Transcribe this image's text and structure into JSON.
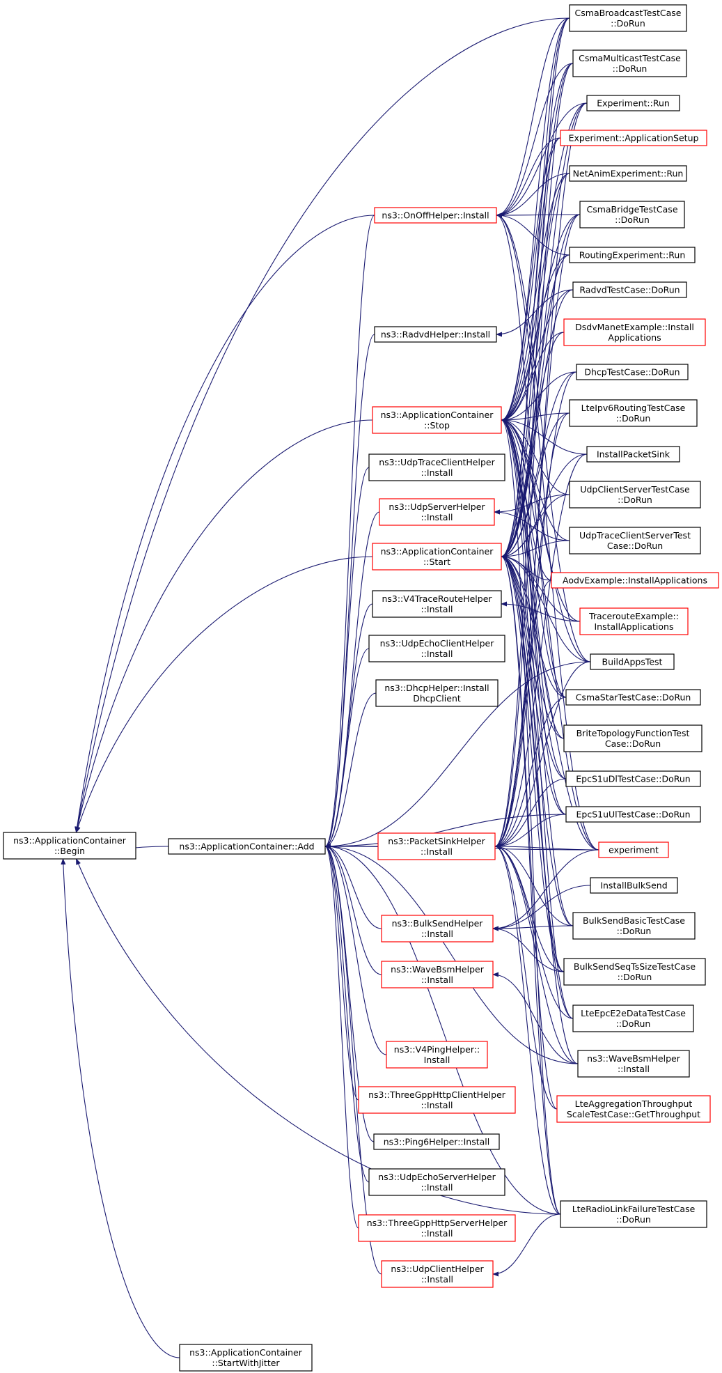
{
  "colors": {
    "edge": "#191970",
    "node_border_default": "#000000",
    "node_border_red": "#ff0000",
    "node_fill_default": "#ffffff",
    "node_fill_focus": "#bfbfbf"
  },
  "nodes": [
    {
      "id": "begin",
      "lines": [
        "ns3::ApplicationContainer",
        "::Begin"
      ],
      "style": "focus"
    },
    {
      "id": "add",
      "lines": [
        "ns3::ApplicationContainer::Add"
      ],
      "style": "normal"
    },
    {
      "id": "startwj",
      "lines": [
        "ns3::ApplicationContainer",
        "::StartWithJitter"
      ],
      "style": "normal"
    },
    {
      "id": "onoff",
      "lines": [
        "ns3::OnOffHelper::Install"
      ],
      "style": "red"
    },
    {
      "id": "radvd",
      "lines": [
        "ns3::RadvdHelper::Install"
      ],
      "style": "normal"
    },
    {
      "id": "stop",
      "lines": [
        "ns3::ApplicationContainer",
        "::Stop"
      ],
      "style": "red"
    },
    {
      "id": "udptrace",
      "lines": [
        "ns3::UdpTraceClientHelper",
        "::Install"
      ],
      "style": "normal"
    },
    {
      "id": "udpserver",
      "lines": [
        "ns3::UdpServerHelper",
        "::Install"
      ],
      "style": "red"
    },
    {
      "id": "start",
      "lines": [
        "ns3::ApplicationContainer",
        "::Start"
      ],
      "style": "red"
    },
    {
      "id": "v4trace",
      "lines": [
        "ns3::V4TraceRouteHelper",
        "::Install"
      ],
      "style": "normal"
    },
    {
      "id": "udpechoclient",
      "lines": [
        "ns3::UdpEchoClientHelper",
        "::Install"
      ],
      "style": "normal"
    },
    {
      "id": "dhcp",
      "lines": [
        "ns3::DhcpHelper::Install",
        "DhcpClient"
      ],
      "style": "normal"
    },
    {
      "id": "packetsink",
      "lines": [
        "ns3::PacketSinkHelper",
        "::Install"
      ],
      "style": "red"
    },
    {
      "id": "bulksend",
      "lines": [
        "ns3::BulkSendHelper",
        "::Install"
      ],
      "style": "red"
    },
    {
      "id": "wavebsm",
      "lines": [
        "ns3::WaveBsmHelper",
        "::Install"
      ],
      "style": "red"
    },
    {
      "id": "v4ping",
      "lines": [
        "ns3::V4PingHelper::",
        "Install"
      ],
      "style": "red"
    },
    {
      "id": "tgpphttpclient",
      "lines": [
        "ns3::ThreeGppHttpClientHelper",
        "::Install"
      ],
      "style": "red"
    },
    {
      "id": "ping6",
      "lines": [
        "ns3::Ping6Helper::Install"
      ],
      "style": "normal"
    },
    {
      "id": "udpechoserver",
      "lines": [
        "ns3::UdpEchoServerHelper",
        "::Install"
      ],
      "style": "normal"
    },
    {
      "id": "tgpphttpserver",
      "lines": [
        "ns3::ThreeGppHttpServerHelper",
        "::Install"
      ],
      "style": "red"
    },
    {
      "id": "udpclient",
      "lines": [
        "ns3::UdpClientHelper",
        "::Install"
      ],
      "style": "red"
    },
    {
      "id": "csmabroadcast",
      "lines": [
        "CsmaBroadcastTestCase",
        "::DoRun"
      ],
      "style": "normal"
    },
    {
      "id": "csmamulticast",
      "lines": [
        "CsmaMulticastTestCase",
        "::DoRun"
      ],
      "style": "normal"
    },
    {
      "id": "exprun",
      "lines": [
        "Experiment::Run"
      ],
      "style": "normal"
    },
    {
      "id": "expappsetup",
      "lines": [
        "Experiment::ApplicationSetup"
      ],
      "style": "red"
    },
    {
      "id": "netanim",
      "lines": [
        "NetAnimExperiment::Run"
      ],
      "style": "normal"
    },
    {
      "id": "csmabridge",
      "lines": [
        "CsmaBridgeTestCase",
        "::DoRun"
      ],
      "style": "normal"
    },
    {
      "id": "routingexp",
      "lines": [
        "RoutingExperiment::Run"
      ],
      "style": "normal"
    },
    {
      "id": "radvdtest",
      "lines": [
        "RadvdTestCase::DoRun"
      ],
      "style": "normal"
    },
    {
      "id": "dsdv",
      "lines": [
        "DsdvManetExample::Install",
        "Applications"
      ],
      "style": "red"
    },
    {
      "id": "dhcptest",
      "lines": [
        "DhcpTestCase::DoRun"
      ],
      "style": "normal"
    },
    {
      "id": "lteipv6",
      "lines": [
        "LteIpv6RoutingTestCase",
        "::DoRun"
      ],
      "style": "normal"
    },
    {
      "id": "installpacketsink",
      "lines": [
        "InstallPacketSink"
      ],
      "style": "normal"
    },
    {
      "id": "udpclientserver",
      "lines": [
        "UdpClientServerTestCase",
        "::DoRun"
      ],
      "style": "normal"
    },
    {
      "id": "udptraceclientserver",
      "lines": [
        "UdpTraceClientServerTest",
        "Case::DoRun"
      ],
      "style": "normal"
    },
    {
      "id": "aodv",
      "lines": [
        "AodvExample::InstallApplications"
      ],
      "style": "red"
    },
    {
      "id": "traceroute",
      "lines": [
        "TracerouteExample::",
        "InstallApplications"
      ],
      "style": "red"
    },
    {
      "id": "buildapps",
      "lines": [
        "BuildAppsTest"
      ],
      "style": "normal"
    },
    {
      "id": "csmastar",
      "lines": [
        "CsmaStarTestCase::DoRun"
      ],
      "style": "normal"
    },
    {
      "id": "brite",
      "lines": [
        "BriteTopologyFunctionTest",
        "Case::DoRun"
      ],
      "style": "normal"
    },
    {
      "id": "epcs1udl",
      "lines": [
        "EpcS1uDlTestCase::DoRun"
      ],
      "style": "normal"
    },
    {
      "id": "epcs1uul",
      "lines": [
        "EpcS1uUlTestCase::DoRun"
      ],
      "style": "normal"
    },
    {
      "id": "experiment",
      "lines": [
        "experiment"
      ],
      "style": "red"
    },
    {
      "id": "installbulksend",
      "lines": [
        "InstallBulkSend"
      ],
      "style": "normal"
    },
    {
      "id": "bulksendbasic",
      "lines": [
        "BulkSendBasicTestCase",
        "::DoRun"
      ],
      "style": "normal"
    },
    {
      "id": "bulksendseq",
      "lines": [
        "BulkSendSeqTsSizeTestCase",
        "::DoRun"
      ],
      "style": "normal"
    },
    {
      "id": "lteepce2e",
      "lines": [
        "LteEpcE2eDataTestCase",
        "::DoRun"
      ],
      "style": "normal"
    },
    {
      "id": "wavebsm2",
      "lines": [
        "ns3::WaveBsmHelper",
        "::Install"
      ],
      "style": "normal"
    },
    {
      "id": "lteagg",
      "lines": [
        "LteAggregationThroughput",
        "ScaleTestCase::GetThroughput"
      ],
      "style": "red"
    },
    {
      "id": "lteradio",
      "lines": [
        "LteRadioLinkFailureTestCase",
        "::DoRun"
      ],
      "style": "normal"
    }
  ]
}
